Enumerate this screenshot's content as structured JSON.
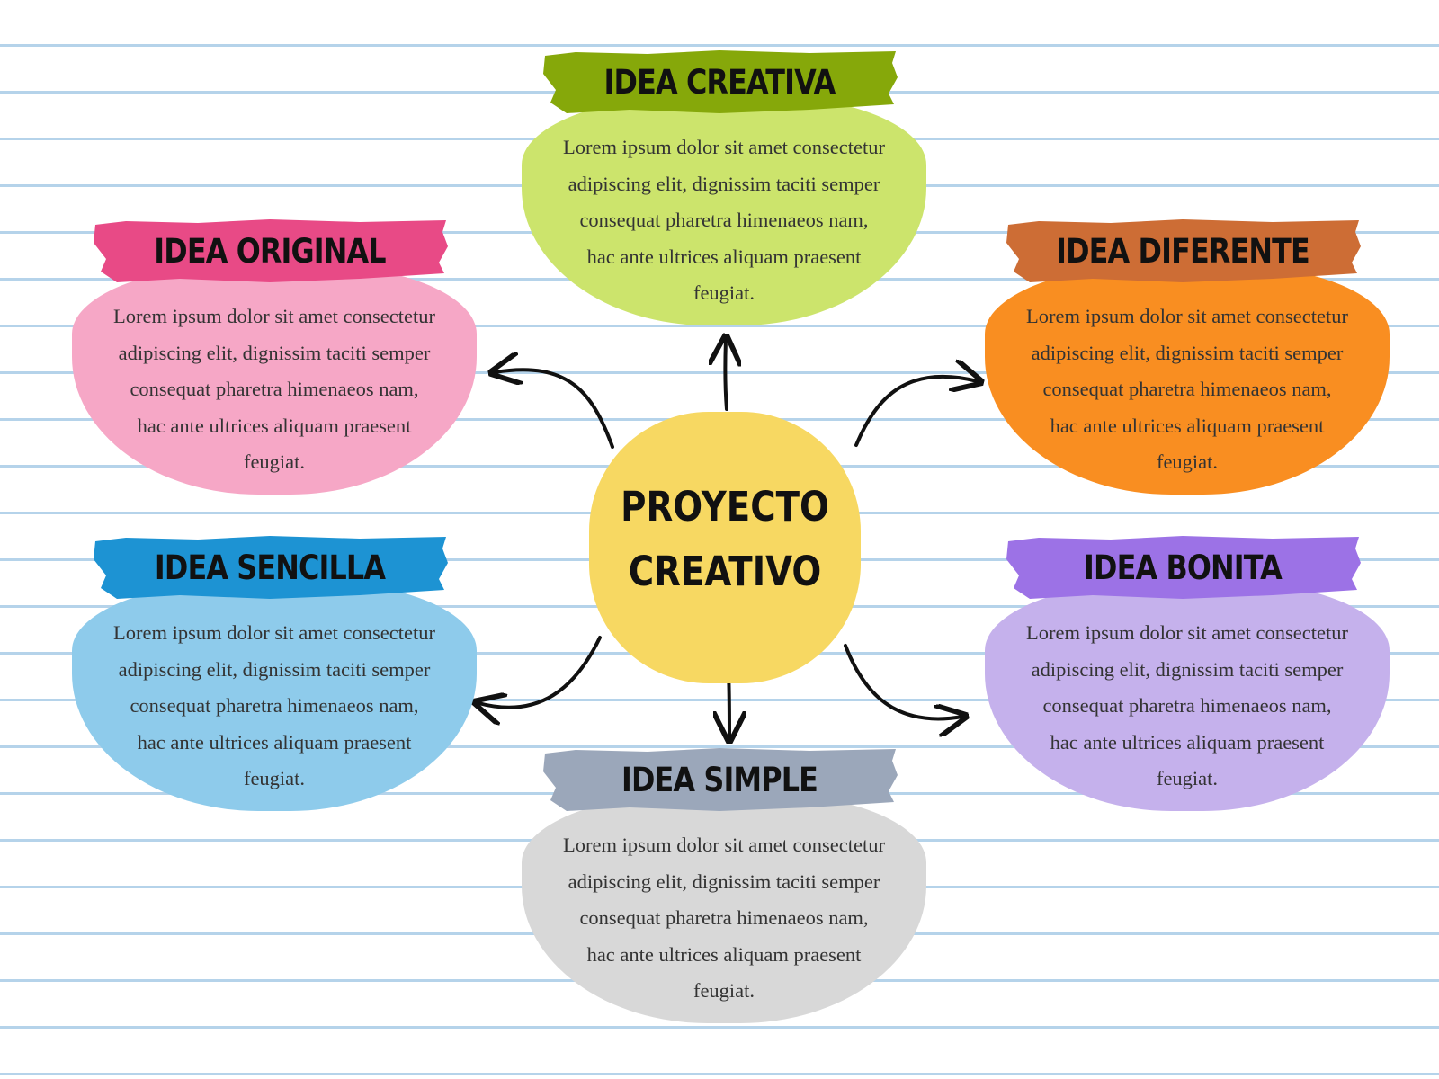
{
  "center": {
    "line1": "PROYECTO",
    "line2": "CREATIVO",
    "color": "#f7d862"
  },
  "body_text": {
    "l1": "Lorem ipsum dolor sit amet consectetur",
    "l2": "adipiscing elit, dignissim taciti semper",
    "l3": "consequat pharetra himenaeos nam,",
    "l4": "hac ante ultrices aliquam praesent",
    "l5": "feugiat."
  },
  "ideas": [
    {
      "title": "IDEA CREATIVA",
      "header_color": "#86a80a",
      "body_color": "#cce46c"
    },
    {
      "title": "IDEA ORIGINAL",
      "header_color": "#e84a86",
      "body_color": "#f6a7c6"
    },
    {
      "title": "IDEA DIFERENTE",
      "header_color": "#cd6d35",
      "body_color": "#f98e21"
    },
    {
      "title": "IDEA SENCILLA",
      "header_color": "#1d93d3",
      "body_color": "#8ecbeb"
    },
    {
      "title": "IDEA BONITA",
      "header_color": "#9c72e6",
      "body_color": "#c5b1ec"
    },
    {
      "title": "IDEA SIMPLE",
      "header_color": "#9ba7ba",
      "body_color": "#d8d8d8"
    }
  ],
  "line_color": "#b5d3ea",
  "arrow_color": "#111111"
}
